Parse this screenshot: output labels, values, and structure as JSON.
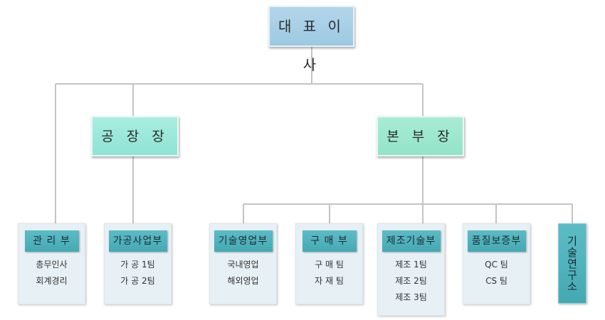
{
  "ceo": "대 표 이 사",
  "managers": [
    "공 장 장",
    "본 부 장"
  ],
  "departments": [
    {
      "name": "관 리 부",
      "items": [
        "총무인사",
        "회계경리"
      ]
    },
    {
      "name": "가공사업부",
      "items": [
        "가 공 1팀",
        "가 공 2팀"
      ]
    },
    {
      "name": "기술영업부",
      "items": [
        "국내영업",
        "해외영업"
      ]
    },
    {
      "name": "구 매 부",
      "items": [
        "구 매 팀",
        "자 재 팀"
      ]
    },
    {
      "name": "제조기술부",
      "items": [
        "제조 1팀",
        "제조 2팀",
        "제조 3팀"
      ]
    },
    {
      "name": "품질보증부",
      "items": [
        "QC 팀",
        "CS 팀"
      ]
    }
  ],
  "lab": "기술연구소",
  "colors": {
    "ceo": "#a8d0e8",
    "factory_manager": "#9be9da",
    "hq_manager": "#9ee8cf",
    "dept_label": "#50b3bd",
    "dept_panel": "#e7f0f4",
    "line": "#c8c8c8"
  }
}
